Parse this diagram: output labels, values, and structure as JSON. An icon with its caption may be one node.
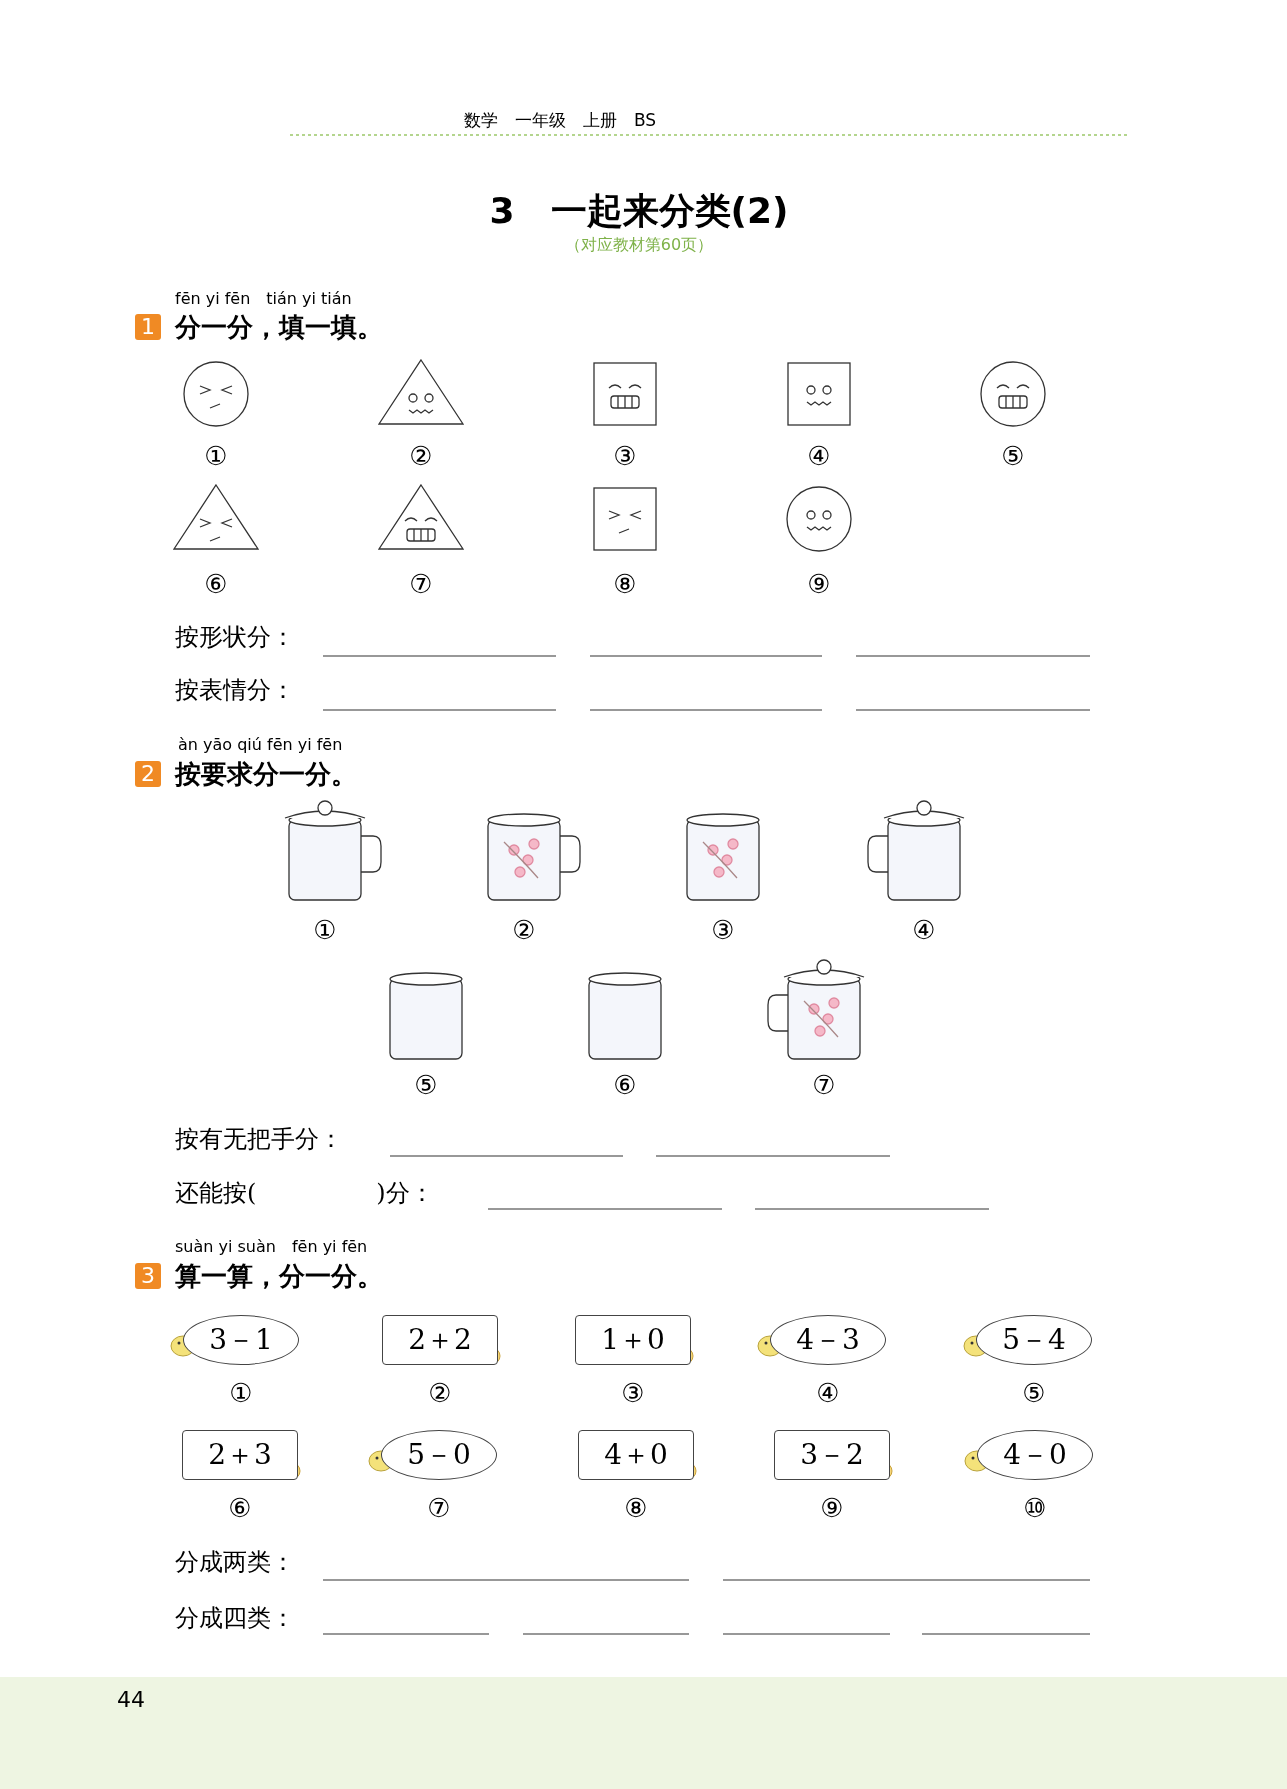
{
  "diagram": {
    "title": "3　一起来分类(2)",
    "nodes": [
      {
        "text": [
          "3－1"
        ]
      },
      {
        "text": [
          "2＋2"
        ]
      },
      {
        "text": [
          "1＋0"
        ]
      },
      {
        "text": [
          "4－3"
        ]
      },
      {
        "text": [
          "5－4"
        ]
      },
      {
        "text": [
          "2＋3"
        ]
      },
      {
        "text": [
          "5－0"
        ]
      },
      {
        "text": [
          "4＋0"
        ]
      },
      {
        "text": [
          "3－2"
        ]
      },
      {
        "text": [
          "4－0"
        ]
      }
    ],
    "labels": [
      "数学　一年级　上册　BS",
      "（对应教材第60页）",
      "fēn yi fēn　tián yi tián",
      "1",
      "分一分，填一填。",
      "①",
      "②",
      "③",
      "④",
      "⑤",
      "⑥",
      "⑦",
      "⑧",
      "⑨",
      "按形状分：",
      "按表情分：",
      "àn yāo qiú fēn yi fēn",
      "2",
      "按要求分一分。",
      "①",
      "②",
      "③",
      "④",
      "⑤",
      "⑥",
      "⑦",
      "按有无把手分：",
      "还能按(　　　　　)分：",
      "suàn yi suàn　fēn yi fēn",
      "3",
      "算一算，分一分。",
      "①",
      "②",
      "③",
      "④",
      "⑤",
      "⑥",
      "⑦",
      "⑧",
      "⑨",
      "⑩",
      "分成两类：",
      "分成四类：",
      "44"
    ]
  }
}
